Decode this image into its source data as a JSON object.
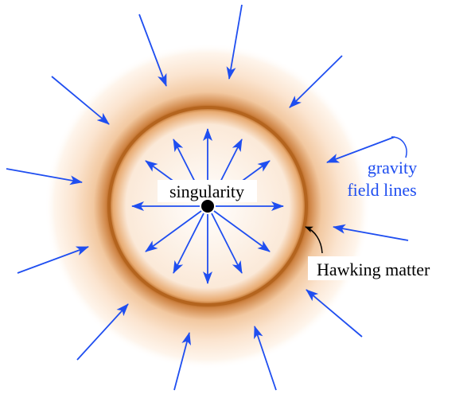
{
  "labels": {
    "singularity": "singularity",
    "gravity_line1": "gravity",
    "gravity_line2": "field lines",
    "hawking": "Hawking matter"
  },
  "colors": {
    "arrow": "#1f4ef0",
    "shell_core": "#b4641e",
    "shell_glow": "#f0c8a0",
    "singularity": "#000000",
    "label_blue": "#1f4ef0",
    "label_black": "#000000"
  }
}
